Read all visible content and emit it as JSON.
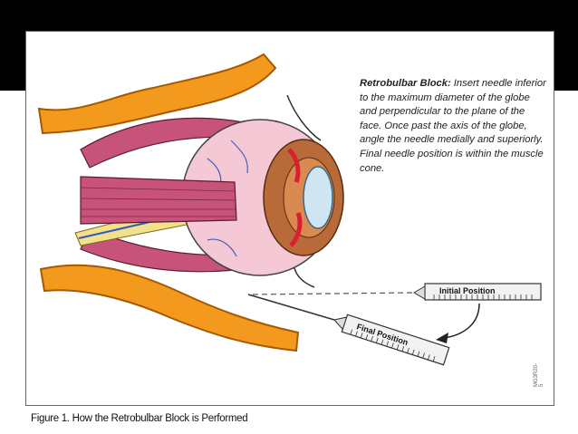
{
  "description": {
    "heading": "Retrobulbar Block:",
    "body": " Insert needle inferior to the maximum diameter of the globe and perpendicular to the plane of the face. Once past the axis of the globe, angle the needle medially and superiorly. Final needle position is within the muscle cone."
  },
  "labels": {
    "initial_position": "Initial Position",
    "final_position": "Final Position"
  },
  "caption": "Figure 1. How the Retrobulbar Block is Performed",
  "figure_code": "MG3R20-5",
  "colors": {
    "fat": "#f39a1e",
    "muscle": "#c7527a",
    "globe": "#f5c8d5",
    "iris": "#b86a38",
    "cornea": "#cfe6f2"
  }
}
